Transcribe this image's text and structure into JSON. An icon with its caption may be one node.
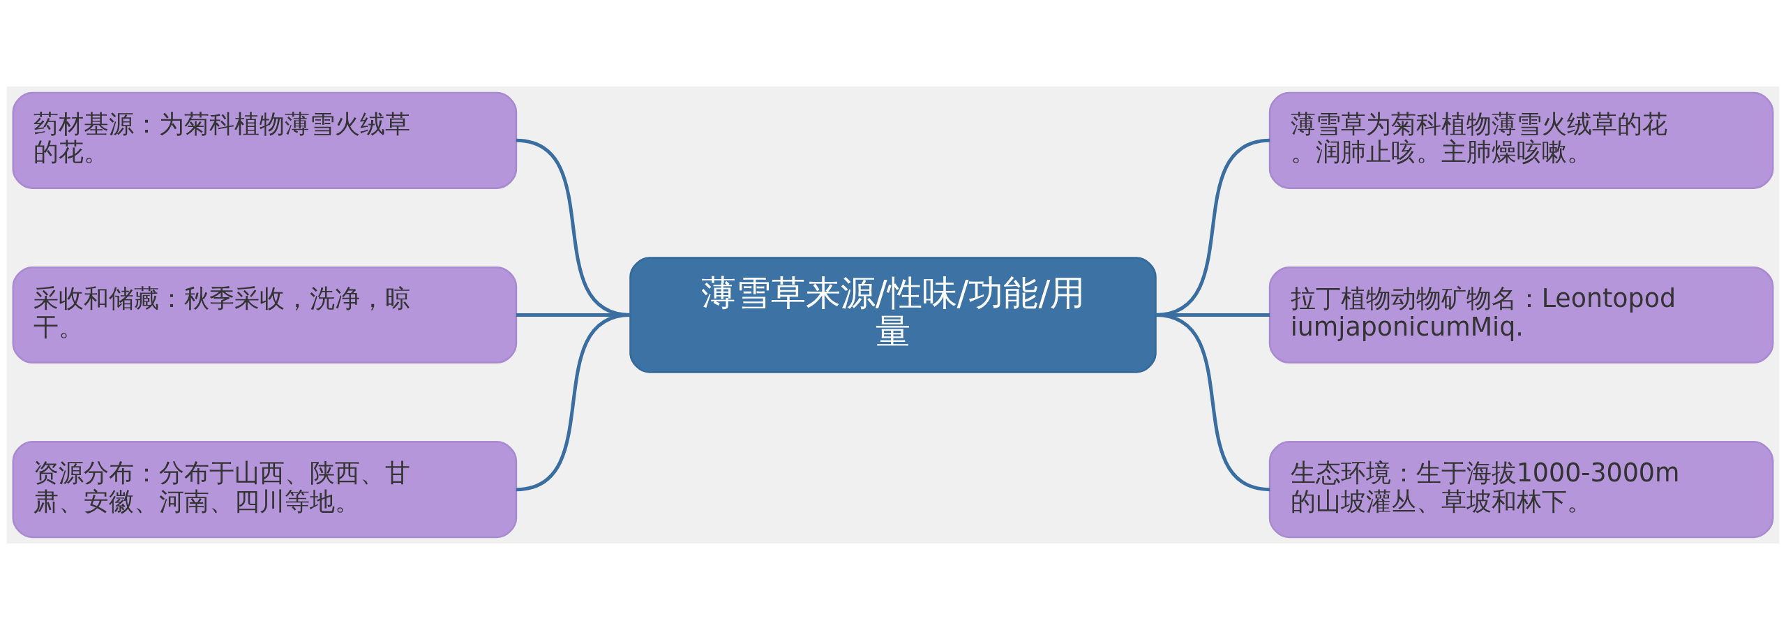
{
  "diagram": {
    "nodes": [
      {
        "text": [
          "薄雪草来源/性味/功能/用量"
        ]
      },
      {
        "text": [
          "药材基源：为菊科植物薄雪火绒草的花。"
        ]
      },
      {
        "text": [
          "采收和储藏：秋季采收，洗净，晾干。"
        ]
      },
      {
        "text": [
          "资源分布：分布于山西、陕西、甘肃、安徽、河南、四川等地。"
        ]
      },
      {
        "text": [
          "薄雪草为菊科植物薄雪火绒草的花。润肺止咳。主肺燥咳嗽。"
        ]
      },
      {
        "text": [
          "拉丁植物动物矿物名：LeontopodiumjaponicumMiq."
        ]
      },
      {
        "text": [
          "生态环境：生于海拔1000-3000m的山坡灌丛、草坡和林下。"
        ]
      }
    ],
    "edges": [
      {
        "from": 1,
        "to": 0,
        "arrow": "none"
      },
      {
        "from": 2,
        "to": 0,
        "arrow": "none"
      },
      {
        "from": 3,
        "to": 0,
        "arrow": "none"
      },
      {
        "from": 0,
        "to": 4,
        "arrow": "none"
      },
      {
        "from": 0,
        "to": 5,
        "arrow": "none"
      },
      {
        "from": 0,
        "to": 6,
        "arrow": "none"
      }
    ]
  }
}
